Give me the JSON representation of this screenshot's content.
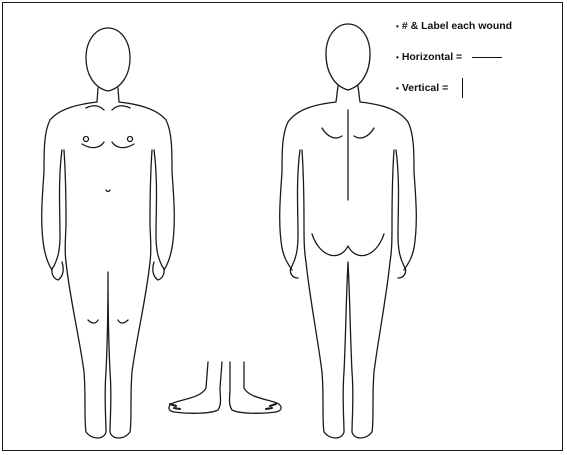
{
  "legend": {
    "bullet": "•",
    "item1": "# & Label each wound",
    "item2": "Horizontal =",
    "item3": "Vertical ="
  },
  "colors": {
    "line": "#1a1a1a",
    "background": "#ffffff"
  },
  "figures": [
    "front-view-body",
    "back-view-body",
    "feet-soles"
  ]
}
